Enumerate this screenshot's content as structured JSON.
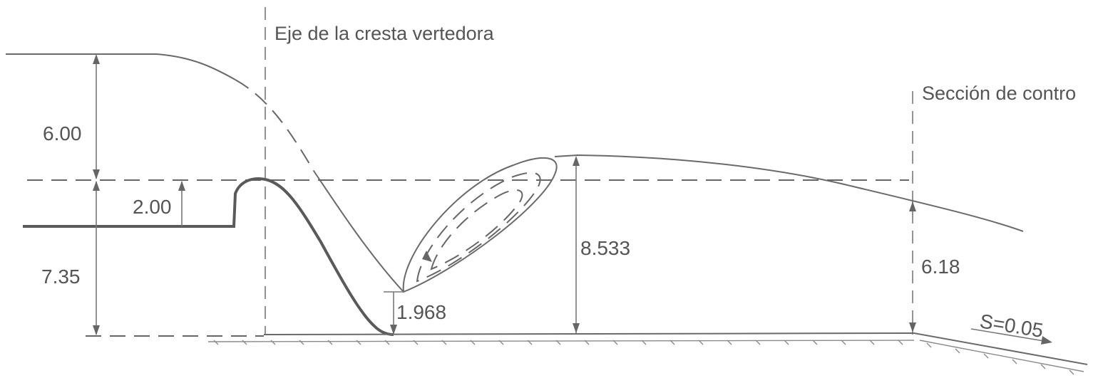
{
  "labels": {
    "crest_axis": "Eje de la cresta vertedora",
    "control_section": "Sección de contro",
    "upstream_head": "6.00",
    "crest_height": "2.00",
    "upstream_depth": "7.35",
    "contracted_depth": "1.968",
    "conjugate_depth": "8.533",
    "control_depth": "6.18",
    "slope": "S=0.05"
  }
}
